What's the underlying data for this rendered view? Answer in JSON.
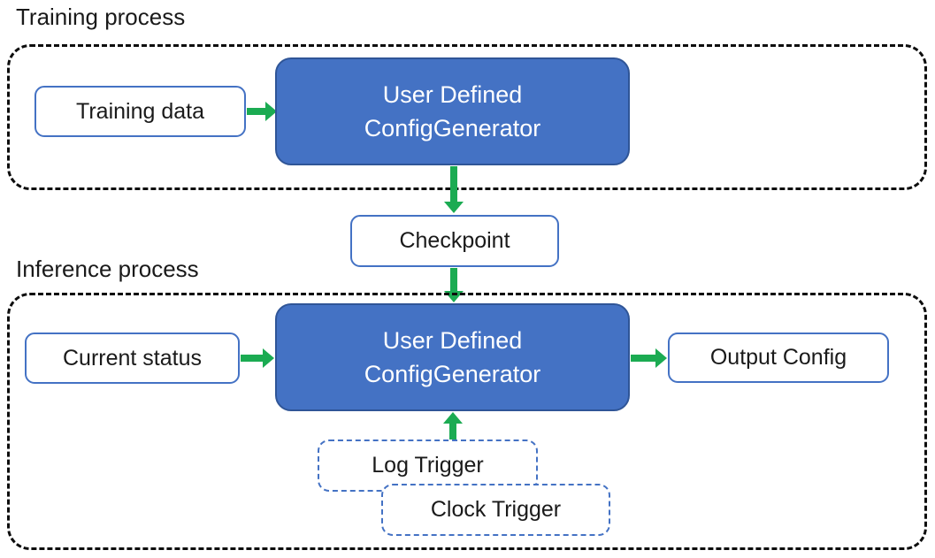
{
  "colors": {
    "generator_fill": "#4472C4",
    "generator_border": "#2F5597",
    "node_border": "#4472C4",
    "arrow_green": "#1BAB52",
    "container_dash": "#0D0D0D",
    "text": "#1A1A1A",
    "generator_text": "#FFFFFF",
    "background": "#FFFFFF"
  },
  "training": {
    "section_label": "Training process",
    "training_data": "Training data",
    "generator_line1": "User Defined",
    "generator_line2": "ConfigGenerator"
  },
  "checkpoint": {
    "label": "Checkpoint"
  },
  "inference": {
    "section_label": "Inference process",
    "current_status": "Current status",
    "generator_line1": "User Defined",
    "generator_line2": "ConfigGenerator",
    "output_config": "Output Config",
    "log_trigger": "Log Trigger",
    "clock_trigger": "Clock Trigger"
  }
}
